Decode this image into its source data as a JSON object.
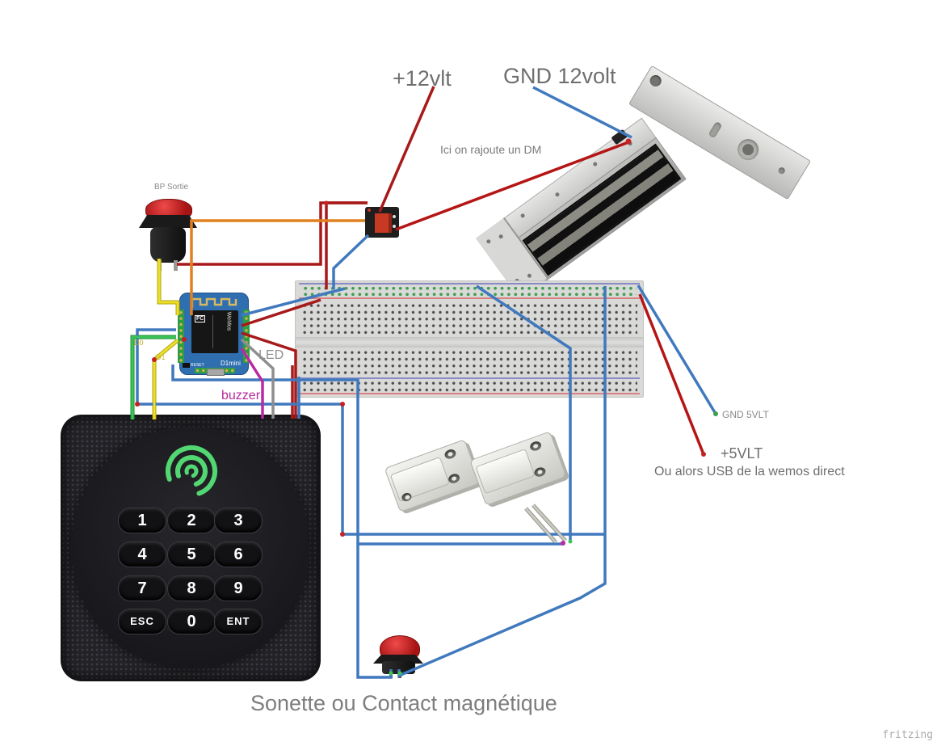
{
  "labels": {
    "plus_12v": "+12vlt",
    "gnd_12v": "GND 12volt",
    "dm_note": "Ici on rajoute un DM",
    "bp_sortie": "BP Sortie",
    "led": "LED",
    "buzzer": "buzzer",
    "gnd_5v": "GND 5VLT",
    "plus_5v": "+5VLT",
    "usb_note": "Ou alors USB de la wemos direct",
    "caption": "Sonette ou Contact magnétique",
    "watermark": "fritzing",
    "pin_d0": "D0",
    "pin_d1": "D1"
  },
  "keypad": {
    "keys": [
      "1",
      "2",
      "3",
      "4",
      "5",
      "6",
      "7",
      "8",
      "9",
      "ESC",
      "0",
      "ENT"
    ]
  },
  "wemos": {
    "model": "D1mini",
    "brand": "WeMos",
    "reset": "RESET",
    "fcc": "FC"
  },
  "colors": {
    "wire_red": "#a81a1a",
    "wire_red_bright": "#b51515",
    "wire_blue": "#4079be",
    "wire_orange": "#e0801f",
    "wire_yellow": "#ecdf2a",
    "wire_yellow_edge": "#b3a513",
    "wire_green": "#3cc457",
    "wire_green_edge": "#1f8f35",
    "wire_magenta": "#b82aa4",
    "wire_gray": "#8e8e8e",
    "sensor_wire": "#c9c9c2",
    "sensor_wire_edge": "#97978f",
    "junction_dot": "#c42222",
    "logo_green": "#52d773",
    "label_gray": "#6e6e6e",
    "buzzer_label": "#b5289e"
  }
}
